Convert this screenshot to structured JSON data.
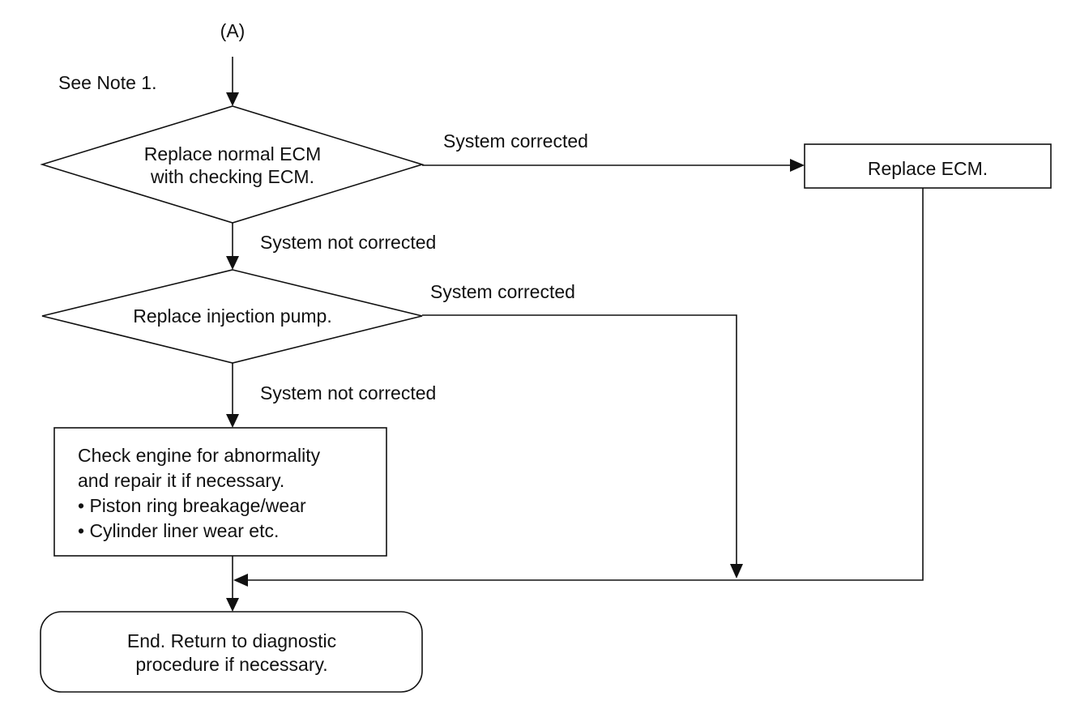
{
  "diagram": {
    "type": "flowchart",
    "start_connector": "(A)",
    "note": "See Note 1.",
    "nodes": {
      "decision1": {
        "lines": [
          "Replace normal ECM",
          "with checking ECM."
        ]
      },
      "replace_ecm": {
        "lines": [
          "Replace ECM."
        ]
      },
      "decision2": {
        "lines": [
          "Replace injection pump."
        ]
      },
      "check_engine": {
        "lines": [
          "Check engine for abnormality",
          "and repair it if necessary.",
          "• Piston ring breakage/wear",
          "• Cylinder liner wear  etc."
        ]
      },
      "end": {
        "lines": [
          "End. Return to diagnostic",
          "procedure if necessary."
        ]
      }
    },
    "edge_labels": {
      "d1_corrected": "System corrected",
      "d1_not_corrected": "System not corrected",
      "d2_corrected": "System corrected",
      "d2_not_corrected": "System not corrected"
    },
    "edges": [
      {
        "from": "start",
        "to": "decision1"
      },
      {
        "from": "decision1",
        "to": "replace_ecm",
        "label": "System corrected"
      },
      {
        "from": "decision1",
        "to": "decision2",
        "label": "System not corrected"
      },
      {
        "from": "decision2",
        "to": "end",
        "label": "System corrected"
      },
      {
        "from": "decision2",
        "to": "check_engine",
        "label": "System not corrected"
      },
      {
        "from": "check_engine",
        "to": "end"
      },
      {
        "from": "replace_ecm",
        "to": "end"
      }
    ],
    "colors": {
      "ink": "#111111",
      "background": "#ffffff"
    }
  }
}
